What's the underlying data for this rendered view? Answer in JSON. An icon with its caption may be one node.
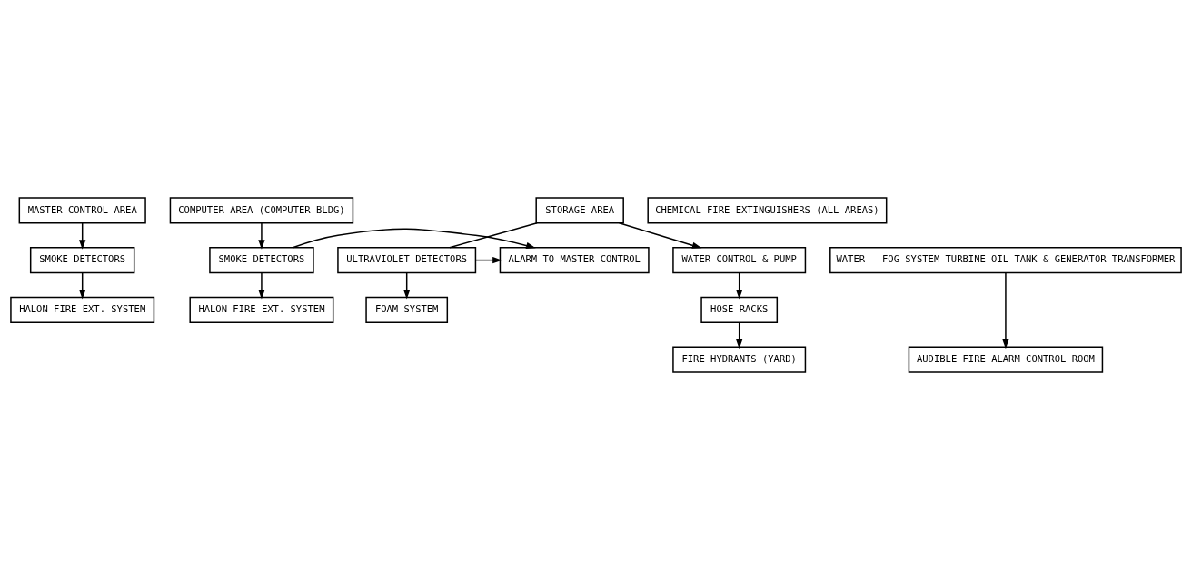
{
  "diagram": {
    "nodes": [
      {
        "text": [
          "MASTER CONTROL AREA"
        ]
      },
      {
        "text": [
          "SMOKE DETECTORS"
        ]
      },
      {
        "text": [
          "HALON FIRE EXT. SYSTEM"
        ]
      },
      {
        "text": [
          "COMPUTER AREA (COMPUTER BLDG)"
        ]
      },
      {
        "text": [
          "SMOKE DETECTORS"
        ]
      },
      {
        "text": [
          "HALON FIRE EXT. SYSTEM"
        ]
      },
      {
        "text": [
          "ALARM TO MASTER CONTROL"
        ]
      },
      {
        "text": [
          "STORAGE AREA"
        ]
      },
      {
        "text": [
          "ULTRAVIOLET DETECTORS"
        ]
      },
      {
        "text": [
          "FOAM SYSTEM"
        ]
      },
      {
        "text": [
          "WATER CONTROL & PUMP"
        ]
      },
      {
        "text": [
          "HOSE RACKS"
        ]
      },
      {
        "text": [
          "FIRE HYDRANTS (YARD)"
        ]
      },
      {
        "text": [
          "CHEMICAL FIRE EXTINGUISHERS (ALL AREAS)"
        ]
      },
      {
        "text": [
          "WATER - FOG SYSTEM TURBINE OIL TANK & GENERATOR TRANSFORMER"
        ]
      },
      {
        "text": [
          "AUDIBLE FIRE ALARM CONTROL ROOM"
        ]
      }
    ],
    "edges": [
      {
        "from": 0,
        "to": 1,
        "arrow": "to"
      },
      {
        "from": 1,
        "to": 2,
        "arrow": "to"
      },
      {
        "from": 3,
        "to": 4,
        "arrow": "to"
      },
      {
        "from": 4,
        "to": 6,
        "arrow": "to"
      },
      {
        "from": 4,
        "to": 5,
        "arrow": "to"
      },
      {
        "from": 8,
        "to": 6,
        "arrow": "to"
      },
      {
        "from": 7,
        "to": 8,
        "arrow": "none"
      },
      {
        "from": 7,
        "to": 10,
        "arrow": "to"
      },
      {
        "from": 8,
        "to": 9,
        "arrow": "to"
      },
      {
        "from": 10,
        "to": 11,
        "arrow": "to"
      },
      {
        "from": 11,
        "to": 12,
        "arrow": "to"
      },
      {
        "from": 14,
        "to": 15,
        "arrow": "to"
      }
    ]
  }
}
